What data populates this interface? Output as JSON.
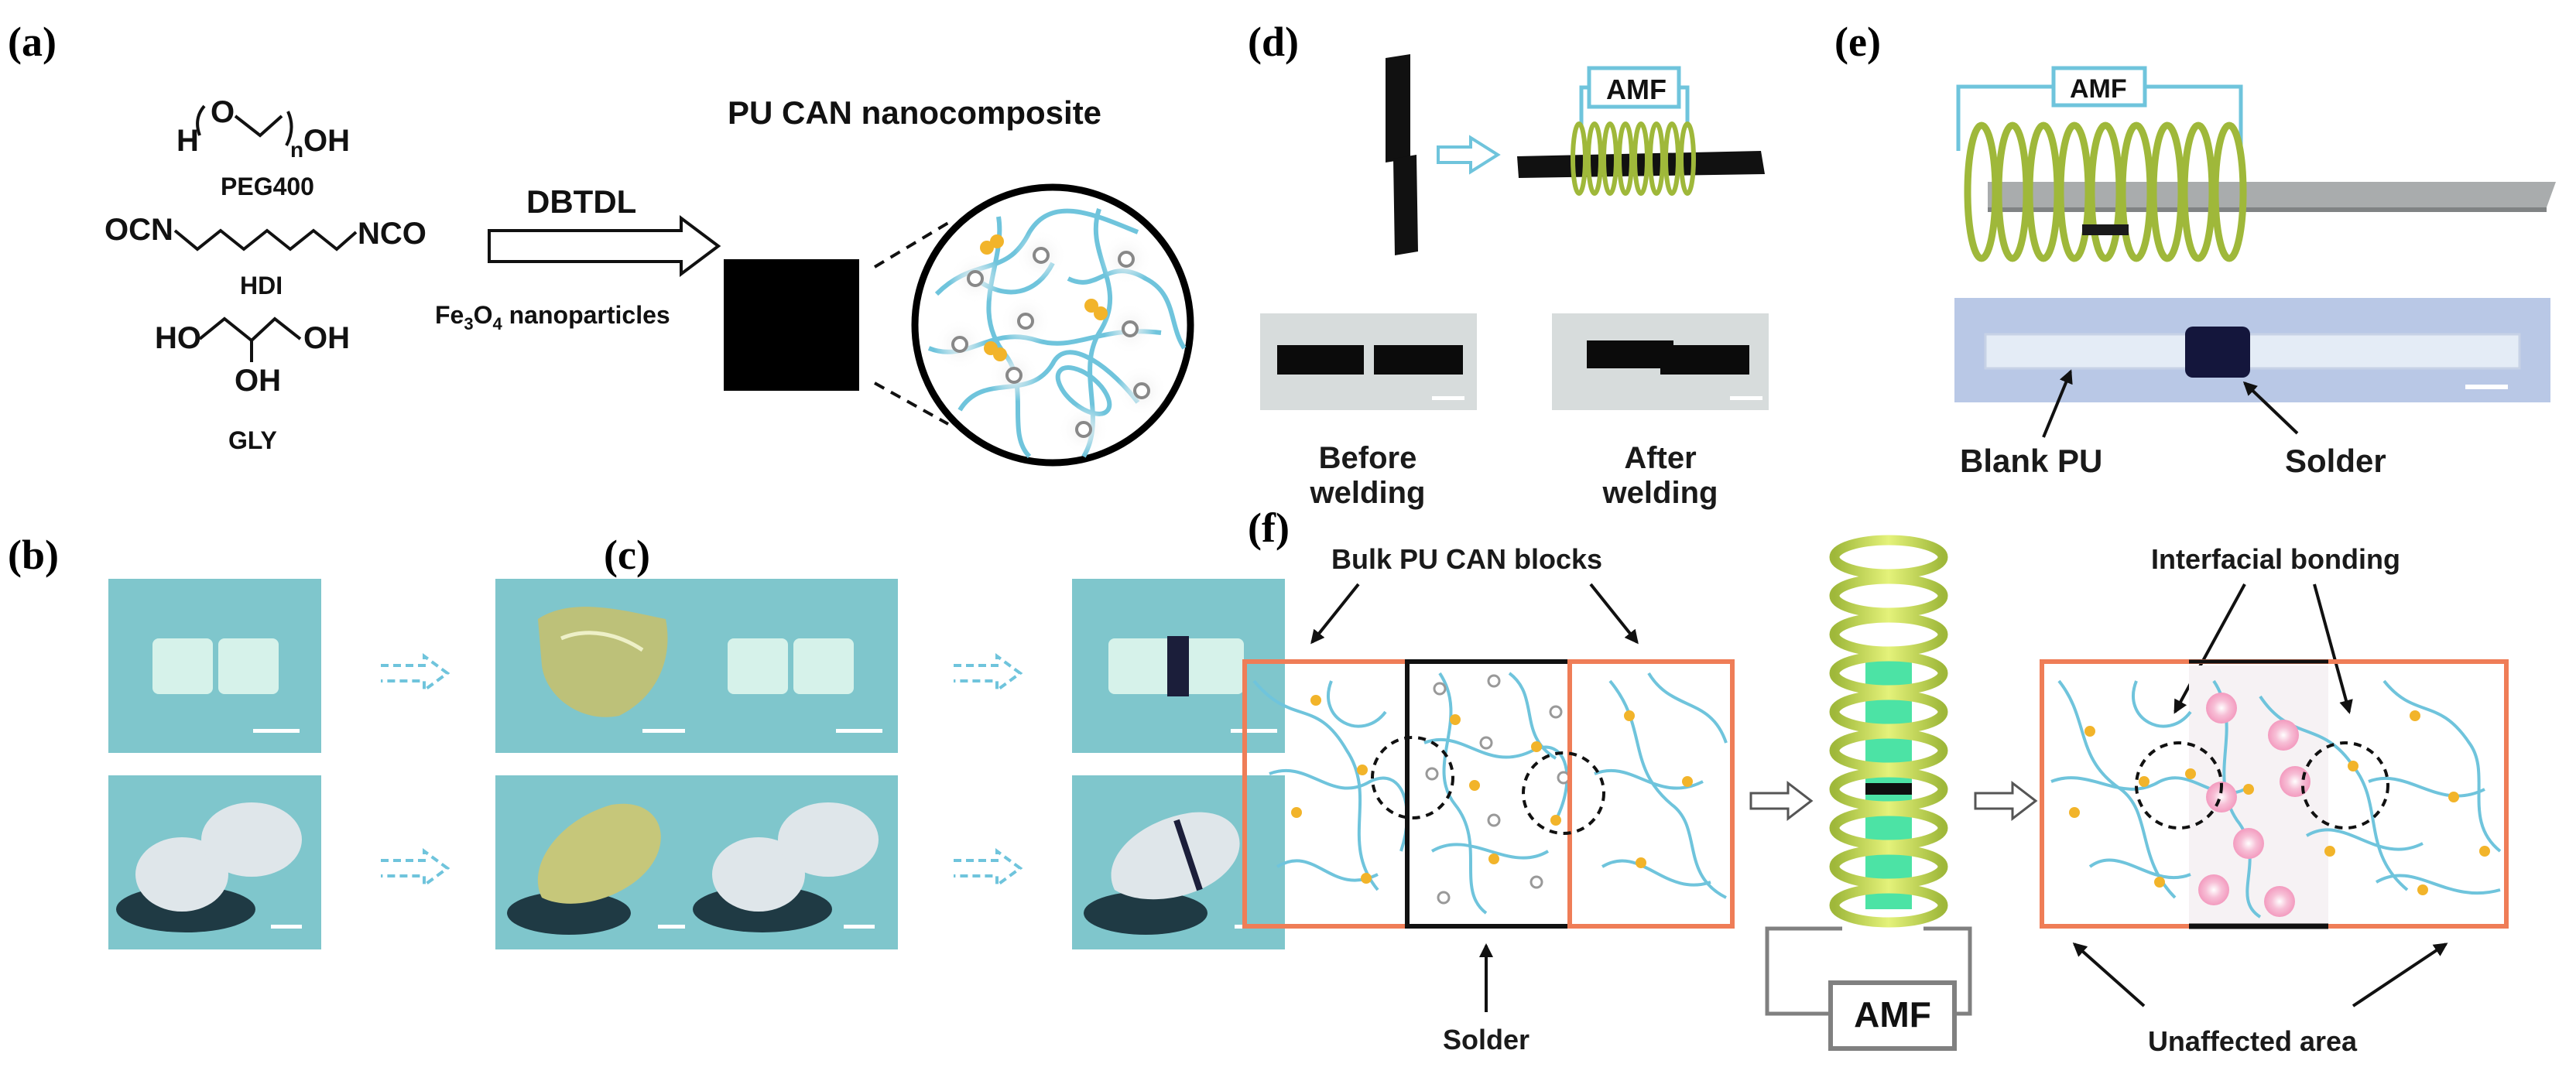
{
  "panels": {
    "a": {
      "label": "(a)",
      "reagents": {
        "peg_h": "H",
        "peg_o": "O",
        "peg_n": "n",
        "peg_oh": "OH",
        "peg_name": "PEG400",
        "hdi_left": "OCN",
        "hdi_right": "NCO",
        "hdi_name": "HDI",
        "gly_ho_left": "HO",
        "gly_oh_right": "OH",
        "gly_oh_bottom": "OH",
        "gly_name": "GLY"
      },
      "catalyst": "DBTDL",
      "additive_main": "Fe",
      "additive_sub3": "3",
      "additive_o": "O",
      "additive_sub4": "4",
      "additive_rest": " nanoparticles",
      "product_title": "PU CAN nanocomposite"
    },
    "b": {
      "label": "(b)"
    },
    "c": {
      "label": "(c)"
    },
    "d": {
      "label": "(d)",
      "amf": "AMF",
      "before_1": "Before",
      "before_2": "welding",
      "after_1": "After",
      "after_2": "welding"
    },
    "e": {
      "label": "(e)",
      "amf": "AMF",
      "blank": "Blank PU",
      "solder": "Solder"
    },
    "f": {
      "label": "(f)",
      "bulk": "Bulk PU CAN blocks",
      "solder": "Solder",
      "amf": "AMF",
      "bonding": "Interfacial bonding",
      "unaffected": "Unaffected area"
    }
  },
  "colors": {
    "network_strand": "#6fc4dc",
    "crosslink": "#f2b42a",
    "block_border": "#ef7d57",
    "coil": "#c9de4e",
    "photo_background": "#7fc6cc",
    "heated_particle": "#f3a6c6"
  }
}
